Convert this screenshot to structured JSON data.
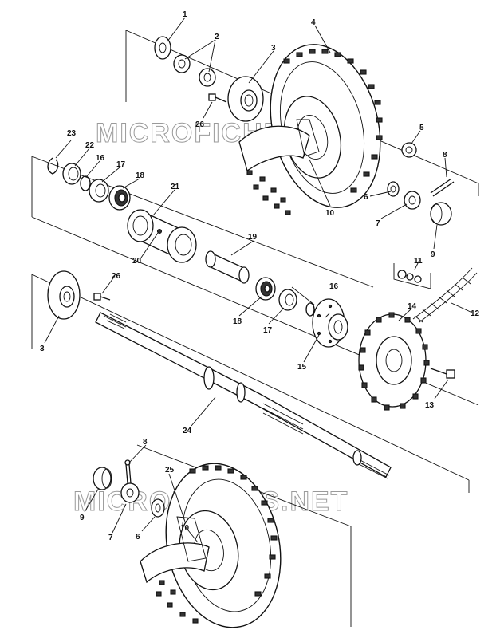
{
  "watermarks": [
    "MICROFICHES.NET",
    "MICROFICHES.NET"
  ],
  "callouts": {
    "c1": "1",
    "c2": "2",
    "c3a": "3",
    "c4": "4",
    "c5": "5",
    "c26a": "26",
    "c23": "23",
    "c22": "22",
    "c16a": "16",
    "c17a": "17",
    "c18a": "18",
    "c21": "21",
    "c20": "20",
    "c19": "19",
    "c10a": "10",
    "c6a": "6",
    "c7a": "7",
    "c8a": "8",
    "c9a": "9",
    "c11": "11",
    "c12": "12",
    "c14": "14",
    "c16b": "16",
    "c17b": "17",
    "c18b": "18",
    "c15": "15",
    "c13": "13",
    "c26b": "26",
    "c3b": "3",
    "c24": "24",
    "c8b": "8",
    "c9b": "9",
    "c7b": "7",
    "c6b": "6",
    "c25": "25",
    "c10b": "10"
  }
}
